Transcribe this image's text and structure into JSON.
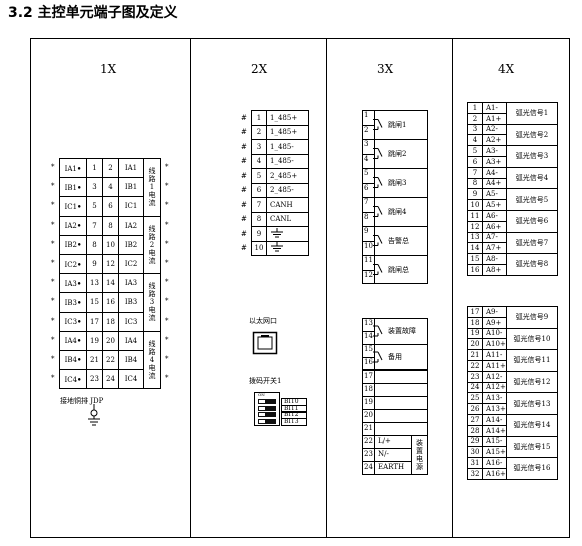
{
  "title": "3.2 主控单元端子图及定义",
  "headers": [
    "1X",
    "2X",
    "3X",
    "4X"
  ],
  "x1": {
    "rows": [
      {
        "left": "IA1",
        "n1": "1",
        "n2": "2",
        "right": "IA1"
      },
      {
        "left": "IB1",
        "n1": "3",
        "n2": "4",
        "right": "IB1"
      },
      {
        "left": "IC1",
        "n1": "5",
        "n2": "6",
        "right": "IC1"
      },
      {
        "left": "IA2",
        "n1": "7",
        "n2": "8",
        "right": "IA2"
      },
      {
        "left": "IB2",
        "n1": "8",
        "n2": "10",
        "right": "IB2"
      },
      {
        "left": "IC2",
        "n1": "9",
        "n2": "12",
        "right": "IC2"
      },
      {
        "left": "IA3",
        "n1": "13",
        "n2": "14",
        "right": "IA3"
      },
      {
        "left": "IB3",
        "n1": "15",
        "n2": "16",
        "right": "IB3"
      },
      {
        "left": "IC3",
        "n1": "17",
        "n2": "18",
        "right": "IC3"
      },
      {
        "left": "IA4",
        "n1": "19",
        "n2": "20",
        "right": "IA4"
      },
      {
        "left": "IB4",
        "n1": "21",
        "n2": "22",
        "right": "IB4"
      },
      {
        "left": "IC4",
        "n1": "23",
        "n2": "24",
        "right": "IC4"
      }
    ],
    "groups": [
      {
        "label": "线\n路\n1\n电\n流"
      },
      {
        "label": "线\n路\n2\n电\n流"
      },
      {
        "label": "线\n路\n3\n电\n流"
      },
      {
        "label": "线\n路\n4\n电\n流"
      }
    ],
    "ground_label": "接地铜排 JDP",
    "mark": "•",
    "mark_star": "*"
  },
  "x2": {
    "rows": [
      {
        "hash": "#",
        "num": "1",
        "label": "1_485+"
      },
      {
        "hash": "#",
        "num": "2",
        "label": "1_485+"
      },
      {
        "hash": "#",
        "num": "3",
        "label": "1_485-"
      },
      {
        "hash": "#",
        "num": "4",
        "label": "1_485-"
      },
      {
        "hash": "#",
        "num": "5",
        "label": "2_485+"
      },
      {
        "hash": "#",
        "num": "6",
        "label": "2_485-"
      },
      {
        "hash": "#",
        "num": "7",
        "label": "CANH"
      },
      {
        "hash": "#",
        "num": "8",
        "label": "CANL"
      },
      {
        "hash": "#",
        "num": "9",
        "label": ""
      },
      {
        "hash": "#",
        "num": "10",
        "label": ""
      }
    ],
    "ethernet_label": "以太网口",
    "dip_label": "拨码开关1",
    "dip_on": "ON",
    "dip_bits": [
      "BIT0",
      "BIT1",
      "BIT2",
      "BIT3"
    ]
  },
  "x3": {
    "upper": [
      {
        "a": "1",
        "b": "2",
        "label": "跳闸1"
      },
      {
        "a": "3",
        "b": "4",
        "label": "跳闸2"
      },
      {
        "a": "5",
        "b": "6",
        "label": "跳闸3"
      },
      {
        "a": "7",
        "b": "8",
        "label": "跳闸4"
      },
      {
        "a": "9",
        "b": "10",
        "label": "告警总"
      },
      {
        "a": "11",
        "b": "12",
        "label": "跳闸总"
      }
    ],
    "lower": [
      {
        "a": "13",
        "b": "14",
        "label": "装置故障"
      },
      {
        "a": "15",
        "b": "16",
        "label": "备用"
      }
    ],
    "empty": [
      "17",
      "18",
      "19",
      "20",
      "21"
    ],
    "power": [
      {
        "num": "22",
        "label": "L/+"
      },
      {
        "num": "23",
        "label": "N/-"
      },
      {
        "num": "24",
        "label": "EARTH"
      }
    ],
    "power_group": "装\n置\n电\n源"
  },
  "x4": {
    "upper": [
      {
        "a": "1",
        "la": "A1-",
        "b": "2",
        "lb": "A1+",
        "label": "弧光信号1"
      },
      {
        "a": "3",
        "la": "A2-",
        "b": "4",
        "lb": "A2+",
        "label": "弧光信号2"
      },
      {
        "a": "5",
        "la": "A3-",
        "b": "6",
        "lb": "A3+",
        "label": "弧光信号3"
      },
      {
        "a": "7",
        "la": "A4-",
        "b": "8",
        "lb": "A4+",
        "label": "弧光信号4"
      },
      {
        "a": "9",
        "la": "A5-",
        "b": "10",
        "lb": "A5+",
        "label": "弧光信号5"
      },
      {
        "a": "11",
        "la": "A6-",
        "b": "12",
        "lb": "A6+",
        "label": "弧光信号6"
      },
      {
        "a": "13",
        "la": "A7-",
        "b": "14",
        "lb": "A7+",
        "label": "弧光信号7"
      },
      {
        "a": "15",
        "la": "A8-",
        "b": "16",
        "lb": "A8+",
        "label": "弧光信号8"
      }
    ],
    "lower": [
      {
        "a": "17",
        "la": "A9-",
        "b": "18",
        "lb": "A9+",
        "label": "弧光信号9"
      },
      {
        "a": "19",
        "la": "A10-",
        "b": "20",
        "lb": "A10+",
        "label": "弧光信号10"
      },
      {
        "a": "21",
        "la": "A11-",
        "b": "22",
        "lb": "A11+",
        "label": "弧光信号11"
      },
      {
        "a": "23",
        "la": "A12-",
        "b": "24",
        "lb": "A12+",
        "label": "弧光信号12"
      },
      {
        "a": "25",
        "la": "A13-",
        "b": "26",
        "lb": "A13+",
        "label": "弧光信号13"
      },
      {
        "a": "27",
        "la": "A14-",
        "b": "28",
        "lb": "A14+",
        "label": "弧光信号14"
      },
      {
        "a": "29",
        "la": "A15-",
        "b": "30",
        "lb": "A15+",
        "label": "弧光信号15"
      },
      {
        "a": "31",
        "la": "A16-",
        "b": "32",
        "lb": "A16+",
        "label": "弧光信号16"
      }
    ]
  }
}
